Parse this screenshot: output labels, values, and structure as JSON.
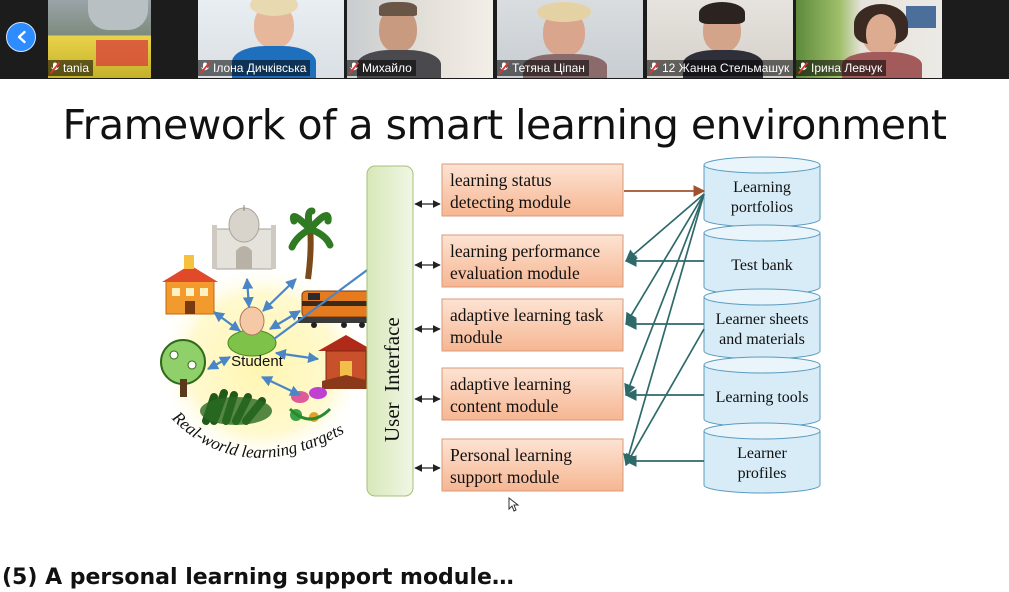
{
  "participants": [
    {
      "name": "tania",
      "muted": true
    },
    {
      "name": "Ілона Дичківська",
      "muted": true
    },
    {
      "name": "Михайло",
      "muted": true
    },
    {
      "name": "Тетяна Ціпан",
      "muted": true
    },
    {
      "name": "12 Жанна Стельмашук",
      "muted": true
    },
    {
      "name": "Ірина Левчук",
      "muted": true
    }
  ],
  "slide": {
    "title": "Framework of a smart learning environment",
    "bullet": "(5) A personal learning support module…",
    "diagram": {
      "user_interface_label": "User  Interface",
      "student_label": "Student",
      "targets_label": "Real-world learning targets",
      "modules": [
        [
          "learning status",
          "detecting module"
        ],
        [
          "learning performance",
          "evaluation module"
        ],
        [
          "adaptive learning task",
          "module"
        ],
        [
          "adaptive learning",
          "content module"
        ],
        [
          "Personal learning",
          "support module"
        ]
      ],
      "databases": [
        [
          "Learning",
          "portfolios"
        ],
        [
          "Test bank"
        ],
        [
          "Learner sheets",
          "and materials"
        ],
        [
          "Learning tools"
        ],
        [
          "Learner",
          "profiles"
        ]
      ]
    }
  },
  "colors": {
    "module_fill": "#fbc8ad",
    "module_stroke": "#d99a78",
    "db_fill": "#d7ecf7",
    "db_stroke": "#5a9cc0",
    "ui_bar": "#e4efcf",
    "arrow": "#2e6a6a",
    "accent": "#2d8cff",
    "mute_red": "#e0362f"
  }
}
